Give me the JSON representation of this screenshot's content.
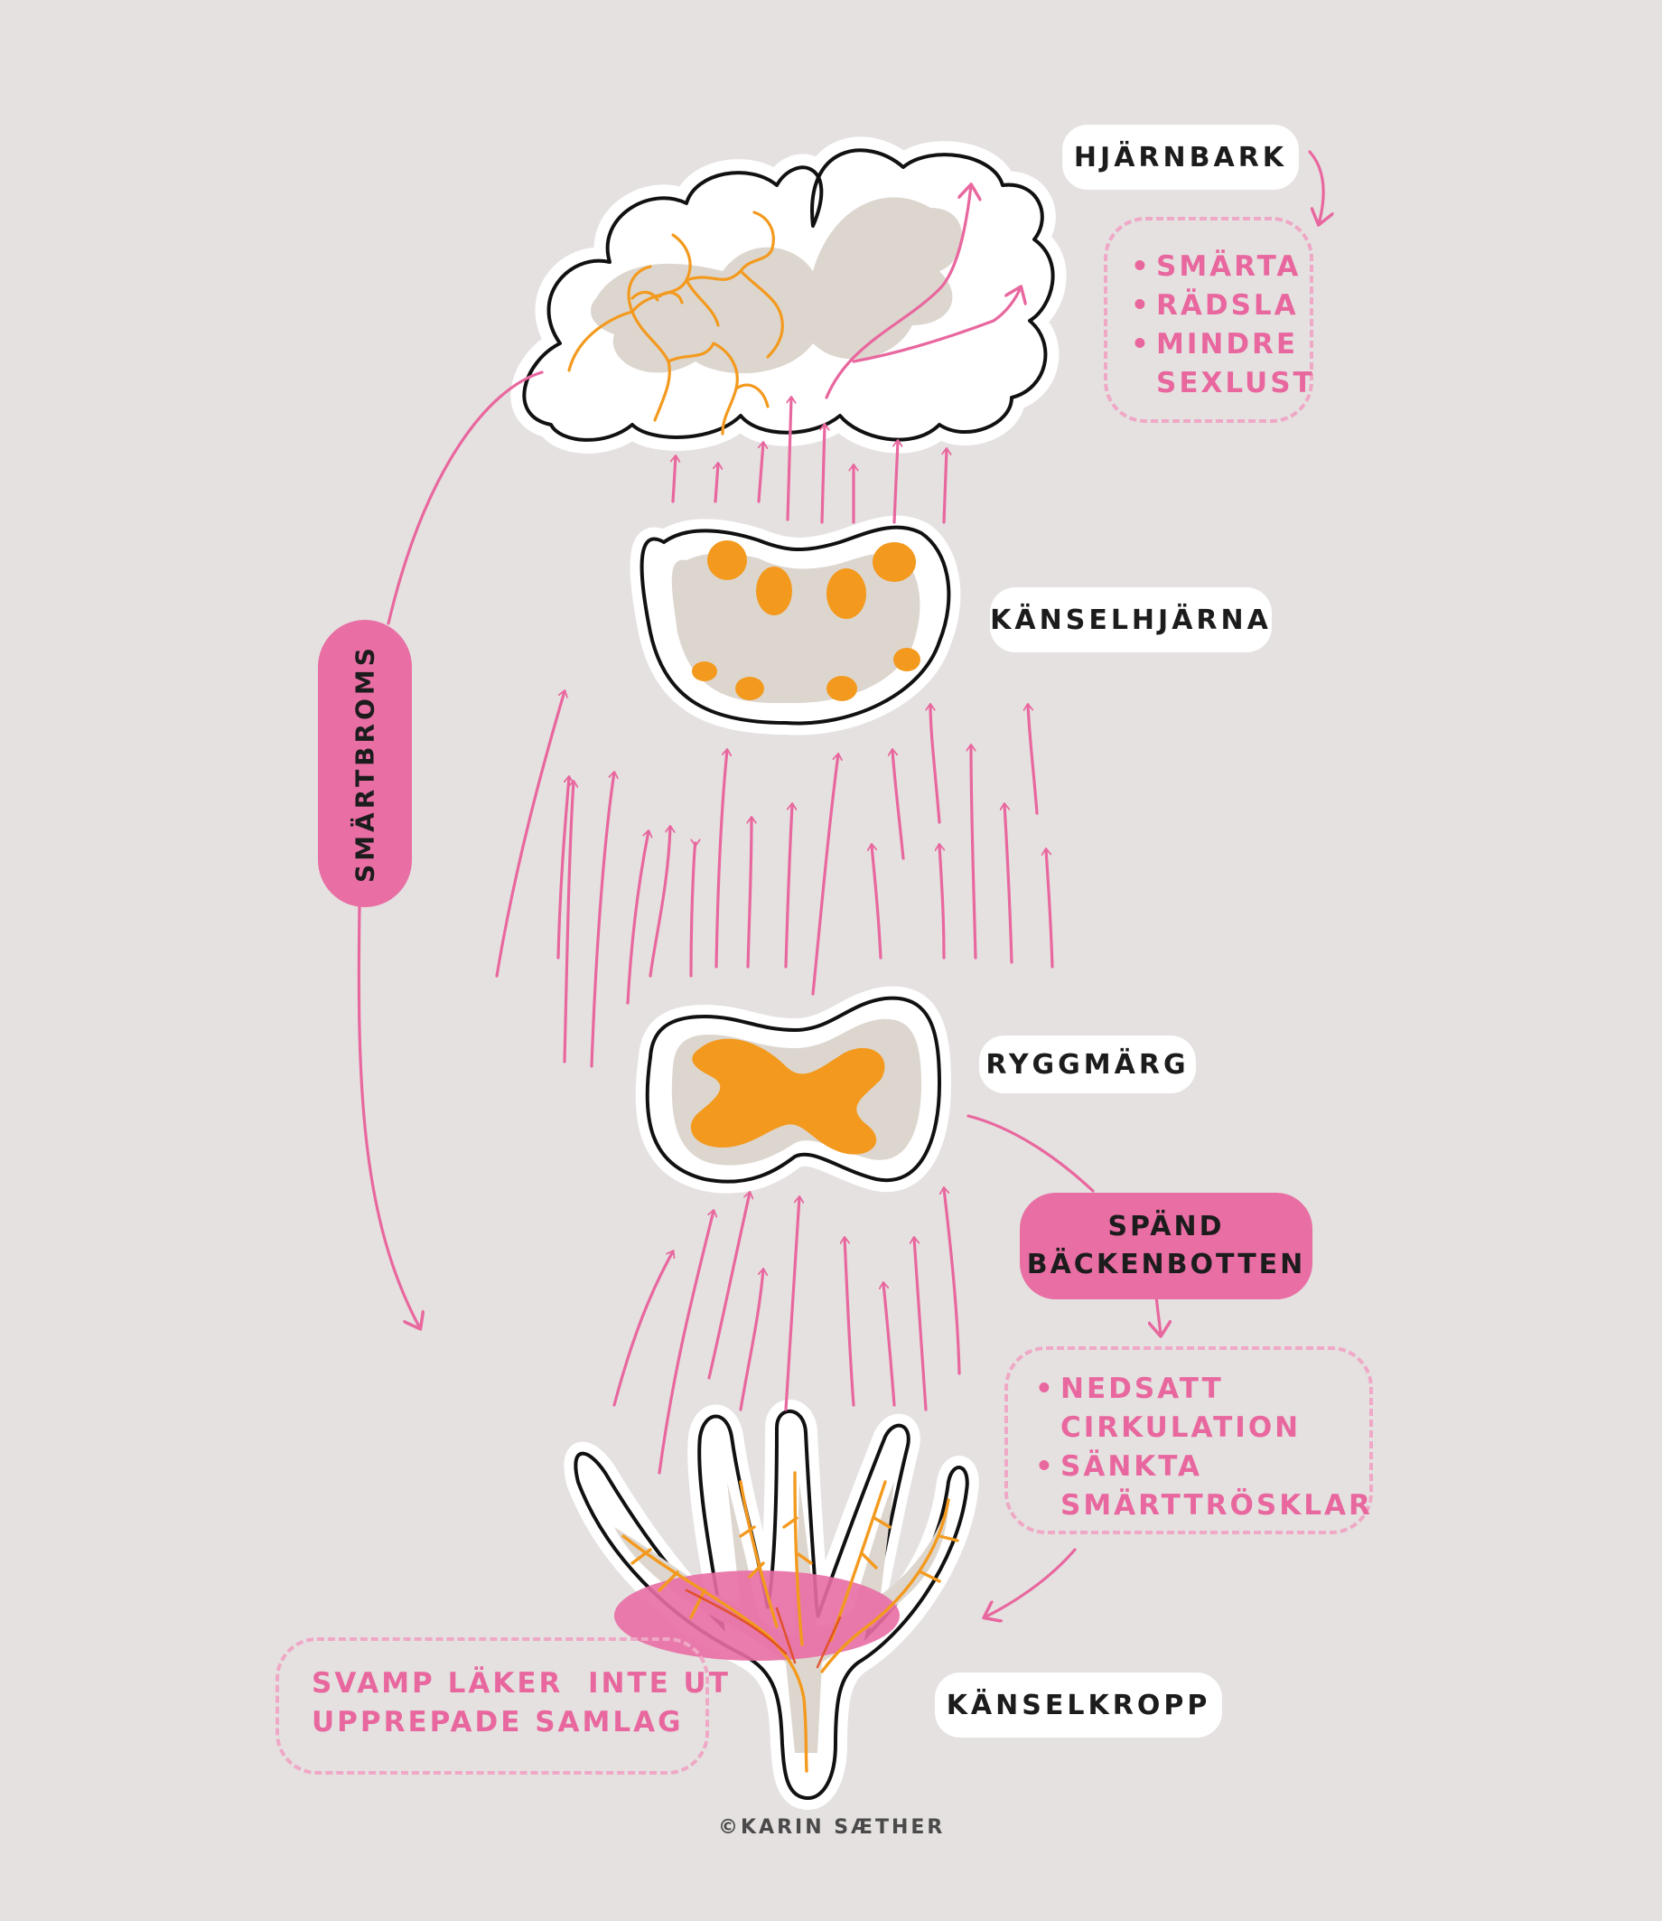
{
  "labels": {
    "hjarnbark": "HJÄRNBARK",
    "kanselhjarna": "KÄNSELHJÄRNA",
    "ryggmarg": "RYGGMÄRG",
    "kanselkropp": "KÄNSELKROPP",
    "smartbroms": "SMÄRTBROMS"
  },
  "spand": {
    "line1": "SPÄND",
    "line2": "BÄCKENBOTTEN"
  },
  "effects_brain": {
    "items": [
      "SMÄRTA",
      "RÄDSLA",
      "MINDRE SEXLUST"
    ]
  },
  "effects_pelvic": {
    "items": [
      "NEDSATT CIRKULATION",
      "SÄNKTA SMÄRTTRÖSKLAR"
    ]
  },
  "note": {
    "line1": "SVAMP LÄKER  INTE UT",
    "line2": "UPPREPADE SAMLAG"
  },
  "copyright": "©KARIN SÆTHER",
  "colors": {
    "background": "#e5e1e0",
    "pink": "#e86ea4",
    "arrow_pink": "#e8679e",
    "orange": "#f39a1e",
    "tissue": "#ddd6cf",
    "outline": "#111111",
    "dash": "#efa8c6"
  }
}
